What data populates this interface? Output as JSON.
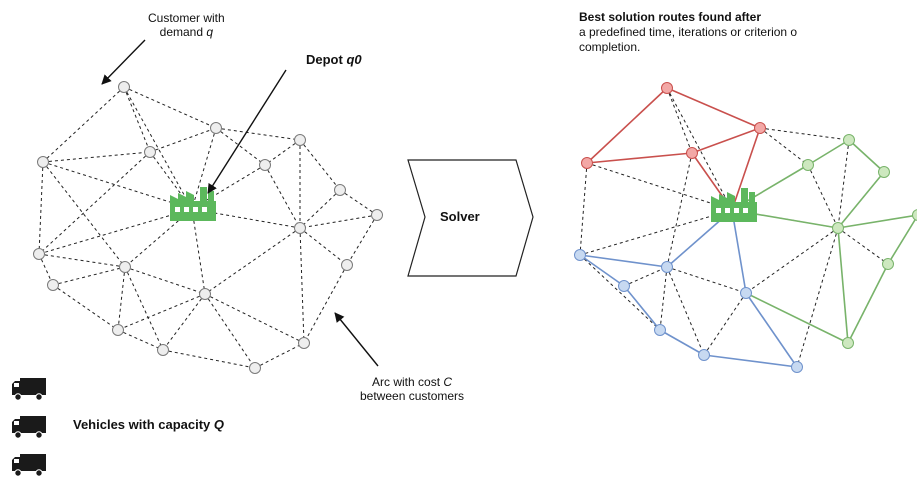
{
  "labels": {
    "customer_line1": "Customer with",
    "customer_line2": "demand ",
    "customer_var": "q",
    "depot_prefix": "Depot ",
    "depot_var": "q0",
    "arc_line1_prefix": "Arc with cost ",
    "arc_var": "C",
    "arc_line2": "between customers",
    "vehicles_prefix": "Vehicles with capacity ",
    "vehicles_var": "Q",
    "solver": "Solver",
    "result_line1": "Best solution routes found after",
    "result_line2": "a predefined time, iterations or criterion o",
    "result_line3": "completion."
  },
  "colors": {
    "node_fill": "#eeeeee",
    "node_stroke": "#7a7a7a",
    "dashed_edge": "#222222",
    "depot_green": "#5cb85c",
    "route_red": "#c9504d",
    "node_red": "#f3a8a6",
    "route_green": "#78b36a",
    "node_green": "#cde8bf",
    "route_blue": "#6f92cc",
    "node_blue": "#c7d9f1",
    "truck": "#1a1a1a"
  },
  "icons": {
    "depot": "factory-icon",
    "vehicle": "truck-icon",
    "solver": "chevron-arrow-shape"
  }
}
